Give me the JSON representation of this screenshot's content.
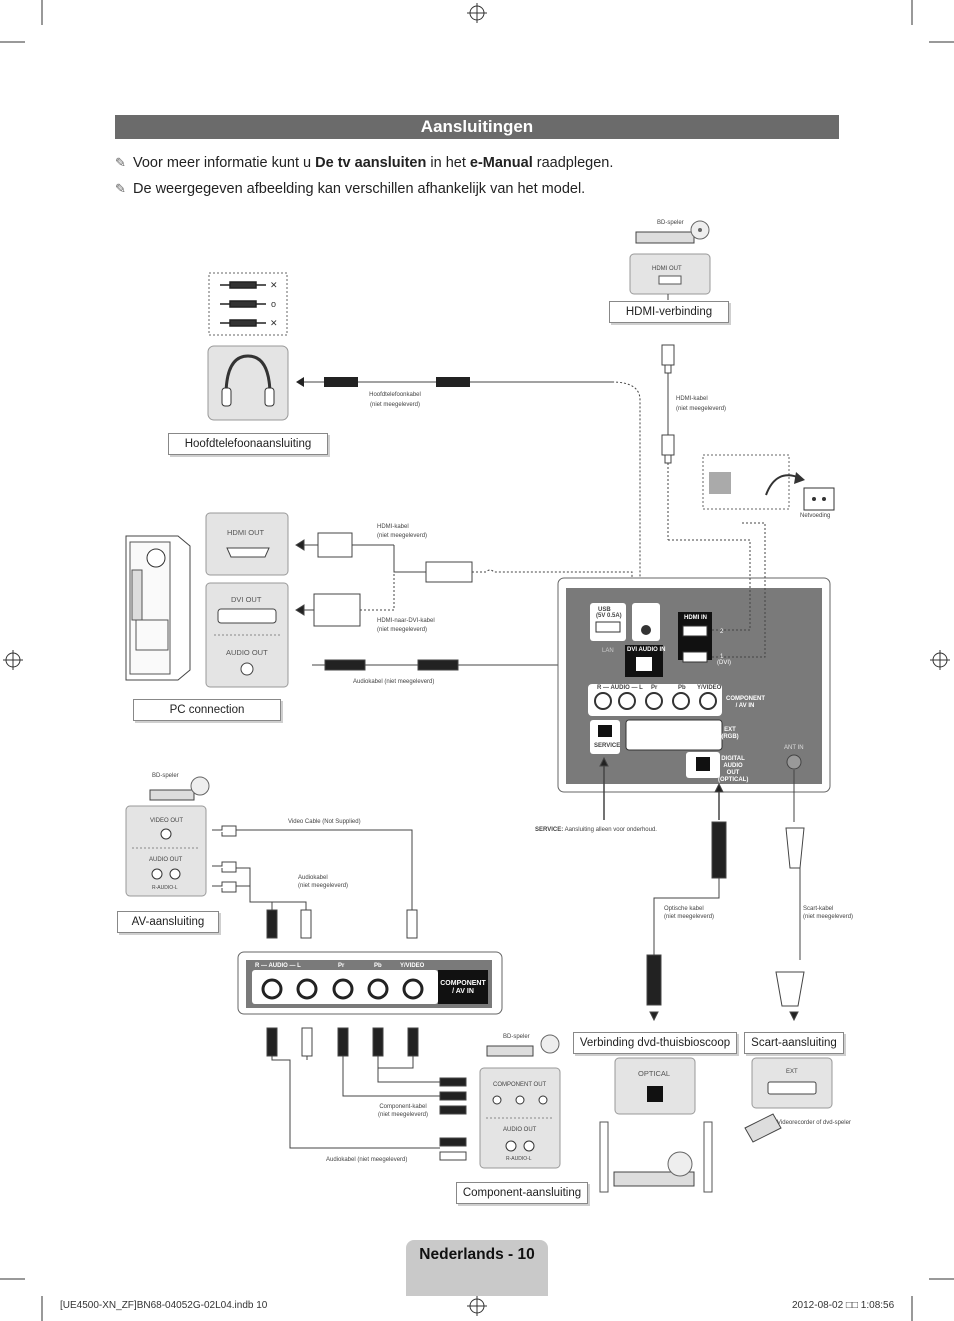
{
  "page": {
    "title": "Aansluitingen",
    "notes": [
      {
        "pre": "Voor meer informatie kunt u ",
        "b1": "De tv aansluiten",
        "mid": " in het ",
        "b2": "e-Manual",
        "post": " raadplegen."
      },
      {
        "pre": "De weergegeven afbeelding kan verschillen afhankelijk van het model."
      }
    ],
    "footer": {
      "label": "Nederlands - 10",
      "left": "[UE4500-XN_ZF]BN68-04052G-02L04.indb   10",
      "right": "2012-08-02   □□ 1:08:56"
    }
  },
  "labels": {
    "hdmi_connection": "HDMI-verbinding",
    "headphone_connection": "Hoofdtelefoonaansluiting",
    "pc_connection": "PC connection",
    "av_connection": "AV-aansluiting",
    "dvd_connection": "Verbinding dvd-thuisbioscoop",
    "scart_connection": "Scart-aansluiting",
    "component_connection": "Component-aansluiting"
  },
  "devices": {
    "bd_player": "BD-speler",
    "hdmi_out": "HDMI OUT",
    "dvi_out": "DVI OUT",
    "audio_out": "AUDIO OUT",
    "video_out": "VIDEO OUT",
    "r_audio_l": "R-AUDIO-L",
    "component_out": "COMPONENT OUT",
    "optical": "OPTICAL",
    "ext": "EXT",
    "vcr": "Videorecorder of dvd-speler",
    "power": "Netvoeding"
  },
  "cables": {
    "headphone_cable": "Hoofdtelefoonkabel",
    "not_supplied": "(niet meegeleverd)",
    "hdmi_cable": "HDMI-kabel",
    "hdmi_dvi_cable": "HDMI-naar-DVI-kabel",
    "audio_cable_inline": "Audiokabel (niet meegeleverd)",
    "video_cable": "Video Cable (Not Supplied)",
    "audio_cable": "Audiokabel",
    "optical_cable": "Optische kabel",
    "scart_cable": "Scart-kabel",
    "component_cable": "Component-kabel",
    "service_label": "SERVICE:",
    "service_note": "Aansluiting alleen voor onderhoud."
  },
  "tv_panel": {
    "usb": "USB",
    "usb_sub": "(5V 0.5A)",
    "hdmi_in": "HDMI IN",
    "dvi_audio_in": "DVI AUDIO IN",
    "lan": "LAN",
    "port2": "2",
    "port1": "1",
    "port1_sub": "(DVI)",
    "audio_row": "R — AUDIO — L",
    "pr": "Pr",
    "pb": "Pb",
    "y_video": "Y/VIDEO",
    "component_av_in": "COMPONENT / AV IN",
    "ext_rgb": "EXT (RGB)",
    "service": "SERVICE",
    "digital_audio_out": "DIGITAL AUDIO OUT (OPTICAL)",
    "ant_in": "ANT IN"
  },
  "colors": {
    "title_bg": "#6b6b6b",
    "panel_dark": "#777777",
    "footer_tab": "#c9c9c9"
  }
}
